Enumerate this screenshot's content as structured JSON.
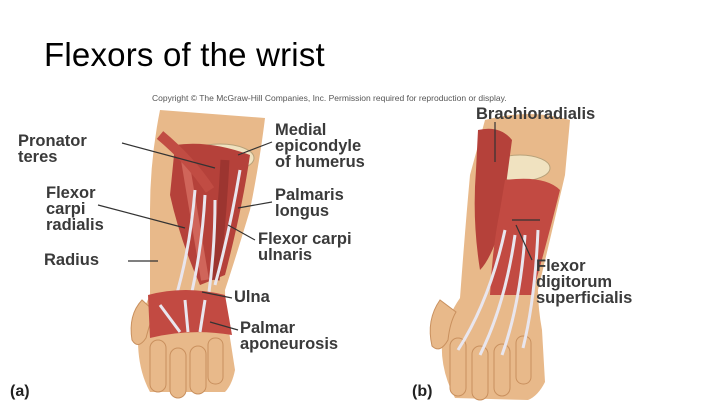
{
  "slide": {
    "title": "Flexors of the wrist",
    "copyright": "Copyright © The McGraw-Hill Companies, Inc. Permission required for reproduction or display."
  },
  "panel_a": {
    "tag": "(a)",
    "labels": {
      "pronator_teres": "Pronator\nteres",
      "flexor_carpi_radialis": "Flexor\ncarpi\nradialis",
      "radius": "Radius",
      "medial_epicondyle": "Medial\nepicondyle\nof humerus",
      "palmaris_longus": "Palmaris\nlongus",
      "flexor_carpi_ulnaris": "Flexor carpi\nulnaris",
      "ulna": "Ulna",
      "palmar_aponeurosis": "Palmar\naponeurosis"
    }
  },
  "panel_b": {
    "tag": "(b)",
    "labels": {
      "brachioradialis": "Brachioradialis",
      "flexor_digitorum_superficialis": "Flexor\ndigitorum\nsuperficialis"
    }
  },
  "colors": {
    "skin": "#e8b98a",
    "muscle": "#b5413a",
    "muscle_light": "#d0655a",
    "tendon": "#e9e6ee",
    "bone": "#f0e2c0"
  }
}
